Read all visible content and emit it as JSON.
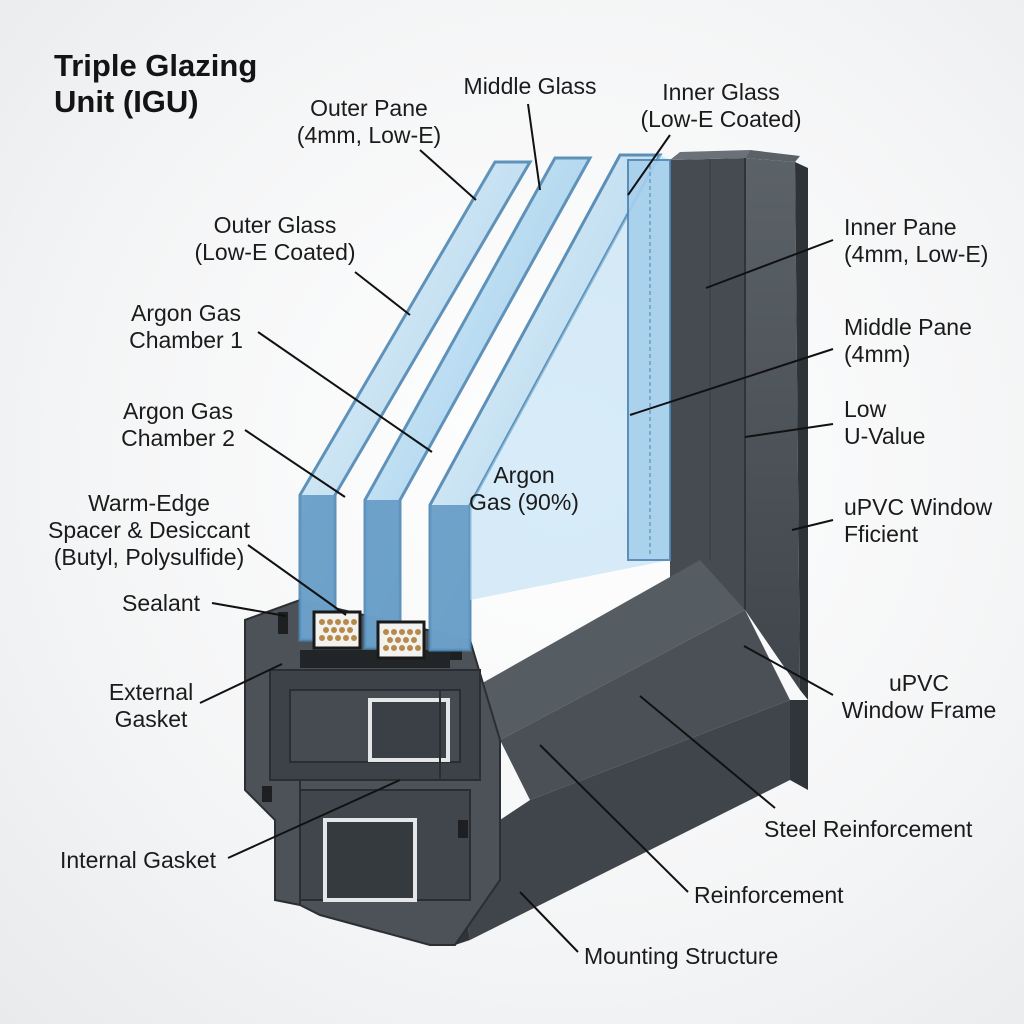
{
  "title": {
    "line1": "Triple Glazing",
    "line2": "Unit (IGU)"
  },
  "labels": {
    "outer_pane": {
      "line1": "Outer Pane",
      "line2": "(4mm, Low-E)"
    },
    "middle_glass": "Middle Glass",
    "inner_glass": {
      "line1": "Inner Glass",
      "line2": "(Low-E Coated)"
    },
    "outer_glass": {
      "line1": "Outer Glass",
      "line2": "(Low-E Coated)"
    },
    "argon_chamber_1": {
      "line1": "Argon Gas",
      "line2": "Chamber 1"
    },
    "argon_chamber_2": {
      "line1": "Argon Gas",
      "line2": "Chamber 2"
    },
    "warm_edge_spacer": {
      "line1": "Warm-Edge",
      "line2": "Spacer & Desiccant",
      "line3": "(Butyl, Polysulfide)"
    },
    "sealant": "Sealant",
    "external_gasket": {
      "line1": "External",
      "line2": "Gasket"
    },
    "internal_gasket": "Internal Gasket",
    "inner_pane": {
      "line1": "Inner Pane",
      "line2": "(4mm, Low-E)"
    },
    "middle_pane": {
      "line1": "Middle Pane",
      "line2": "(4mm)"
    },
    "low_u_value": {
      "line1": "Low",
      "line2": "U-Value"
    },
    "upvc_efficient": {
      "line1": "uPVC Window",
      "line2": "Fficient"
    },
    "upvc_frame": {
      "line1": "uPVC",
      "line2": "Window Frame"
    },
    "steel_reinforcement": "Steel Reinforcement",
    "reinforcement": "Reinforcement",
    "mounting_structure": "Mounting Structure",
    "argon_gas": {
      "line1": "Argon",
      "line2": "Gas (90%)"
    }
  },
  "colors": {
    "frame": "#4a5056",
    "frame_dark": "#373c41",
    "frame_light": "#5d646b",
    "glass": "#a9d3ee",
    "glass_edge": "#4f87b3",
    "background": "#f4f5f6"
  }
}
